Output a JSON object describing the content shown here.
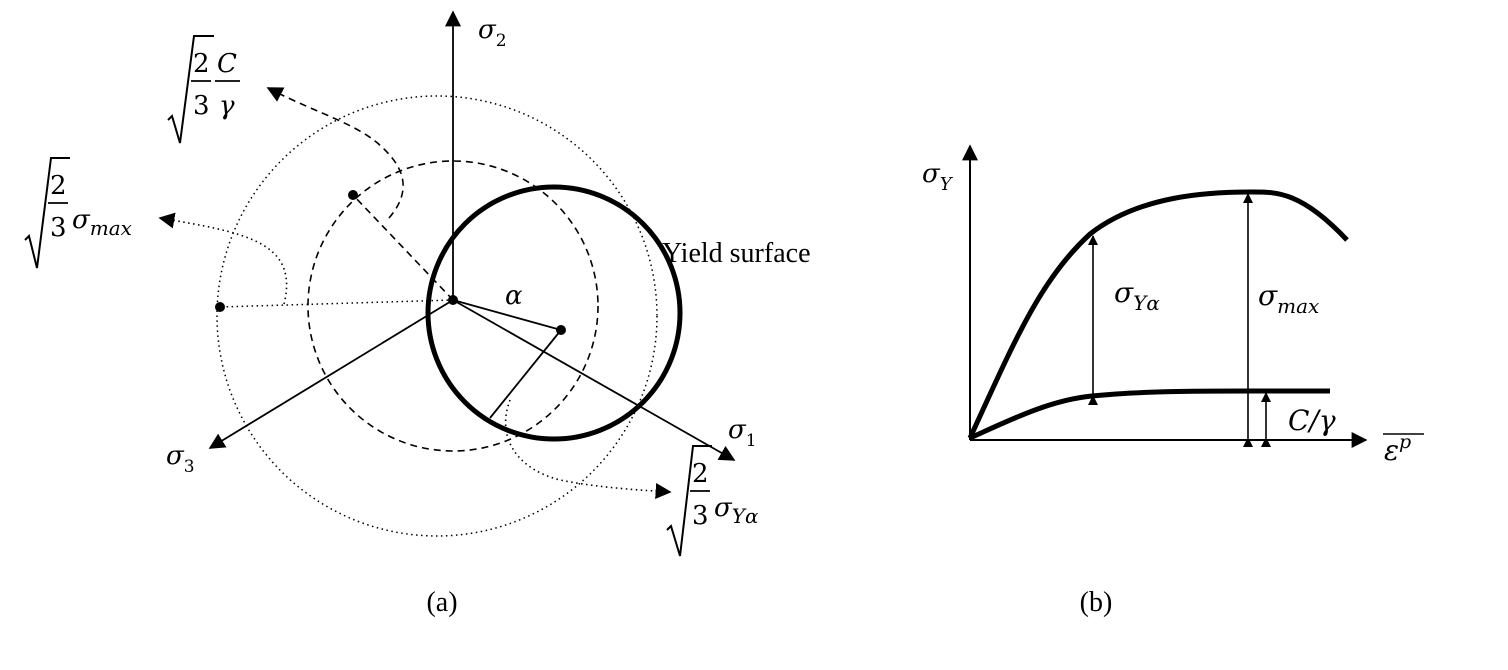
{
  "panel_a": {
    "caption": "(a)",
    "axes": {
      "sigma1": {
        "base": "σ",
        "sub": "1"
      },
      "sigma2": {
        "base": "σ",
        "sub": "2"
      },
      "sigma3": {
        "base": "σ",
        "sub": "3"
      }
    },
    "alpha_label": "α",
    "yield_surface_label": "Yield surface",
    "label_C_gamma": {
      "frac_num": "2",
      "frac_den": "3",
      "num": "C",
      "den": "γ"
    },
    "label_sigma_max": {
      "frac_num": "2",
      "frac_den": "3",
      "base": "σ",
      "sub": "max"
    },
    "label_sigma_Y_alpha": {
      "frac_num": "2",
      "frac_den": "3",
      "base": "σ",
      "sub": "Yα"
    }
  },
  "panel_b": {
    "caption": "(b)",
    "y_axis_label": {
      "base": "σ",
      "sub": "Y"
    },
    "x_axis_label": {
      "base": "ε",
      "sup": "p"
    },
    "sigma_Y_alpha": {
      "base": "σ",
      "sub": "Yα"
    },
    "sigma_max": {
      "base": "σ",
      "sub": "max"
    },
    "C_over_gamma": "C/γ"
  }
}
